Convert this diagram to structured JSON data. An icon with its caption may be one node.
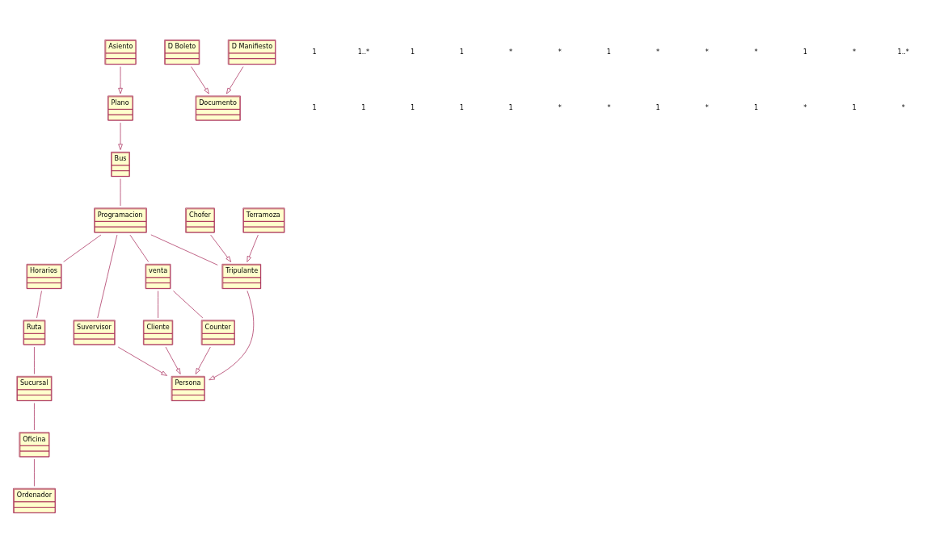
{
  "diagram": {
    "nodes": [
      {
        "text": [
          "Plano"
        ]
      },
      {
        "text": [
          "Bus"
        ]
      },
      {
        "text": [
          "Programacion"
        ]
      },
      {
        "text": [
          "venta"
        ]
      },
      {
        "text": [
          "Horarios"
        ]
      },
      {
        "text": [
          "Asiento"
        ]
      },
      {
        "text": [
          "Suvervisor"
        ]
      },
      {
        "text": [
          "Counter"
        ]
      },
      {
        "text": [
          "Cliente"
        ]
      },
      {
        "text": [
          "Ruta"
        ]
      },
      {
        "text": [
          "Documento"
        ]
      },
      {
        "text": [
          "Tripulante"
        ]
      },
      {
        "text": [
          "Sucursal"
        ]
      },
      {
        "text": [
          "D Boleto"
        ]
      },
      {
        "text": [
          "D Manifiesto"
        ]
      },
      {
        "text": [
          "Persona"
        ]
      },
      {
        "text": [
          "Oficina"
        ]
      },
      {
        "text": [
          "Ordenador"
        ]
      },
      {
        "text": [
          "Terramoza"
        ]
      },
      {
        "text": [
          "Chofer"
        ]
      }
    ],
    "edges": [
      {
        "from": 0,
        "to": 1,
        "arrow": "to"
      },
      {
        "from": 5,
        "to": 0,
        "arrow": "to"
      },
      {
        "from": 1,
        "to": 2,
        "arrow": "none"
      },
      {
        "from": 2,
        "to": 3,
        "arrow": "none"
      },
      {
        "from": 2,
        "to": 4,
        "arrow": "none"
      },
      {
        "from": 4,
        "to": 9,
        "arrow": "none"
      },
      {
        "from": 2,
        "to": 6,
        "arrow": "none"
      },
      {
        "from": 2,
        "to": 11,
        "arrow": "none"
      },
      {
        "from": 3,
        "to": 7,
        "arrow": "none"
      },
      {
        "from": 3,
        "to": 8,
        "arrow": "none"
      },
      {
        "from": 9,
        "to": 12,
        "arrow": "none"
      },
      {
        "from": 12,
        "to": 16,
        "arrow": "none"
      },
      {
        "from": 16,
        "to": 17,
        "arrow": "none"
      },
      {
        "from": 13,
        "to": 10,
        "arrow": "to"
      },
      {
        "from": 14,
        "to": 10,
        "arrow": "to"
      },
      {
        "from": 18,
        "to": 11,
        "arrow": "to"
      },
      {
        "from": 19,
        "to": 11,
        "arrow": "to"
      },
      {
        "from": 11,
        "to": 15,
        "arrow": "to"
      },
      {
        "from": 6,
        "to": 15,
        "arrow": "to"
      },
      {
        "from": 7,
        "to": 15,
        "arrow": "to"
      },
      {
        "from": 8,
        "to": 15,
        "arrow": "to"
      }
    ],
    "labels": [
      "1",
      "1..*",
      "1",
      "1",
      "*",
      "*",
      "1",
      "*",
      "*",
      "*",
      "1",
      "*",
      "1..*",
      "1",
      "1",
      "1",
      "1",
      "1",
      "*",
      "*",
      "1",
      "*",
      "1",
      "*",
      "1",
      "*"
    ]
  }
}
